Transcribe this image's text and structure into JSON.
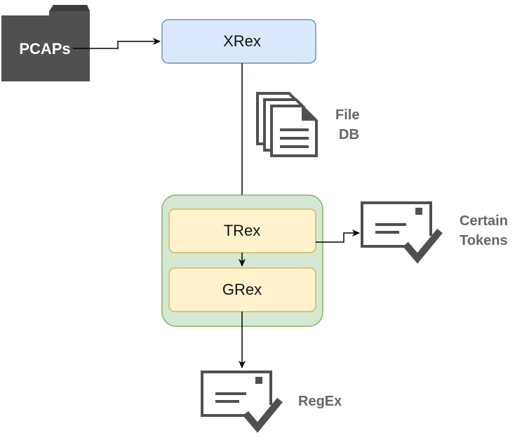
{
  "nodes": {
    "pcaps": {
      "label": "PCAPs"
    },
    "xrex": {
      "label": "XRex"
    },
    "file_db": {
      "label_line1": "File",
      "label_line2": "DB"
    },
    "trex": {
      "label": "TRex"
    },
    "grex": {
      "label": "GRex"
    },
    "certain_tokens": {
      "label_line1": "Certain",
      "label_line2": "Tokens"
    },
    "regex": {
      "label": "RegEx"
    }
  },
  "colors": {
    "xrex_fill": "#dae8fc",
    "xrex_stroke": "#6c8ebf",
    "group_fill": "#d5e8d4",
    "group_stroke": "#82b366",
    "inner_fill": "#fff2cc",
    "inner_stroke": "#d6b656",
    "icon_dark": "#505050",
    "edge": "#000000"
  },
  "icons": {
    "pcaps": "folder-icon",
    "file_db": "documents-icon",
    "certain_tokens": "certificate-icon",
    "regex": "certificate-icon"
  }
}
